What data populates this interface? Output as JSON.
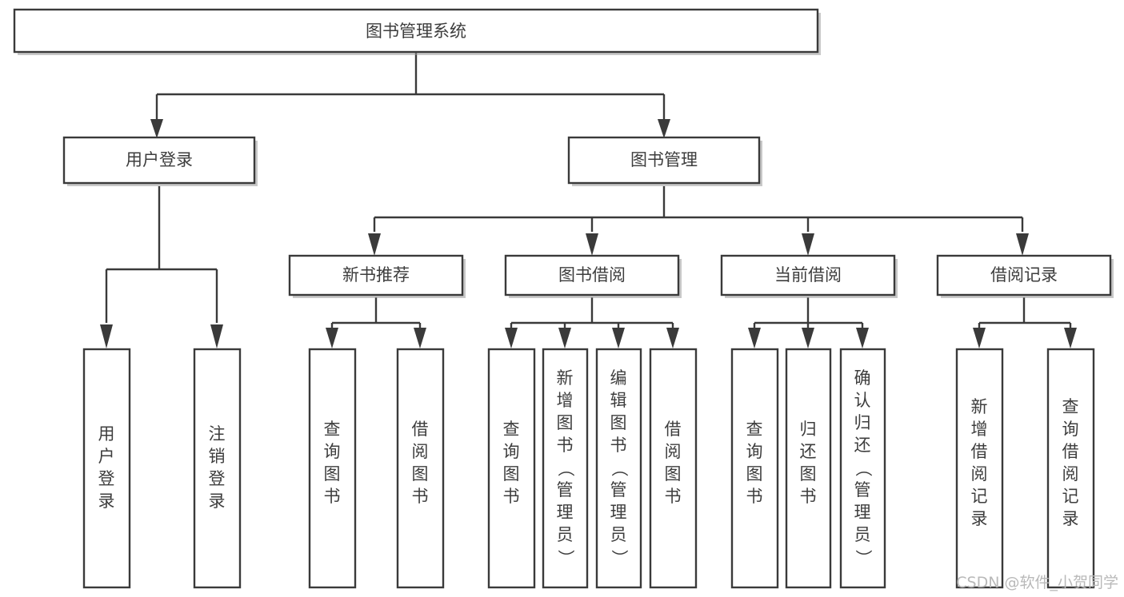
{
  "diagram": {
    "title": "图书管理系统",
    "type": "hierarchy-tree",
    "orientation": "top-down",
    "style": {
      "box_fill": "#ffffff",
      "box_stroke": "#3a3a3a",
      "edge_color": "#3a3a3a",
      "text_color": "#3d3d3d",
      "background": "#ffffff",
      "watermark_color": "#b9b9b9"
    },
    "levels": [
      {
        "level": 1,
        "nodes": [
          {
            "id": "root",
            "label": "图书管理系统",
            "writing": "horizontal"
          }
        ]
      },
      {
        "level": 2,
        "nodes": [
          {
            "id": "login",
            "label": "用户登录",
            "writing": "horizontal",
            "parent": "root"
          },
          {
            "id": "bookmgmt",
            "label": "图书管理",
            "writing": "horizontal",
            "parent": "root"
          }
        ]
      },
      {
        "level": 3,
        "nodes": [
          {
            "id": "newbook",
            "label": "新书推荐",
            "writing": "horizontal",
            "parent": "bookmgmt"
          },
          {
            "id": "borrow",
            "label": "图书借阅",
            "writing": "horizontal",
            "parent": "bookmgmt"
          },
          {
            "id": "current",
            "label": "当前借阅",
            "writing": "horizontal",
            "parent": "bookmgmt"
          },
          {
            "id": "record",
            "label": "借阅记录",
            "writing": "horizontal",
            "parent": "bookmgmt"
          }
        ]
      },
      {
        "level": 4,
        "nodes": [
          {
            "id": "leaf1",
            "label": "用户登录",
            "writing": "vertical",
            "parent": "login"
          },
          {
            "id": "leaf2",
            "label": "注销登录",
            "writing": "vertical",
            "parent": "login"
          },
          {
            "id": "leaf3",
            "label": "查询图书",
            "writing": "vertical",
            "parent": "newbook"
          },
          {
            "id": "leaf4",
            "label": "借阅图书",
            "writing": "vertical",
            "parent": "newbook"
          },
          {
            "id": "leaf5",
            "label": "查询图书",
            "writing": "vertical",
            "parent": "borrow"
          },
          {
            "id": "leaf6",
            "label": "新增图书（管理员）",
            "writing": "vertical",
            "parent": "borrow"
          },
          {
            "id": "leaf7",
            "label": "编辑图书（管理员）",
            "writing": "vertical",
            "parent": "borrow"
          },
          {
            "id": "leaf8",
            "label": "借阅图书",
            "writing": "vertical",
            "parent": "borrow"
          },
          {
            "id": "leaf9",
            "label": "查询图书",
            "writing": "vertical",
            "parent": "current"
          },
          {
            "id": "leaf10",
            "label": "归还图书",
            "writing": "vertical",
            "parent": "current"
          },
          {
            "id": "leaf11",
            "label": "确认归还（管理员）",
            "writing": "vertical",
            "parent": "current"
          },
          {
            "id": "leaf12",
            "label": "新增借阅记录",
            "writing": "vertical",
            "parent": "record"
          },
          {
            "id": "leaf13",
            "label": "查询借阅记录",
            "writing": "vertical",
            "parent": "record"
          }
        ]
      }
    ]
  },
  "watermark": {
    "text": "CSDN @软件_小贺同学"
  }
}
